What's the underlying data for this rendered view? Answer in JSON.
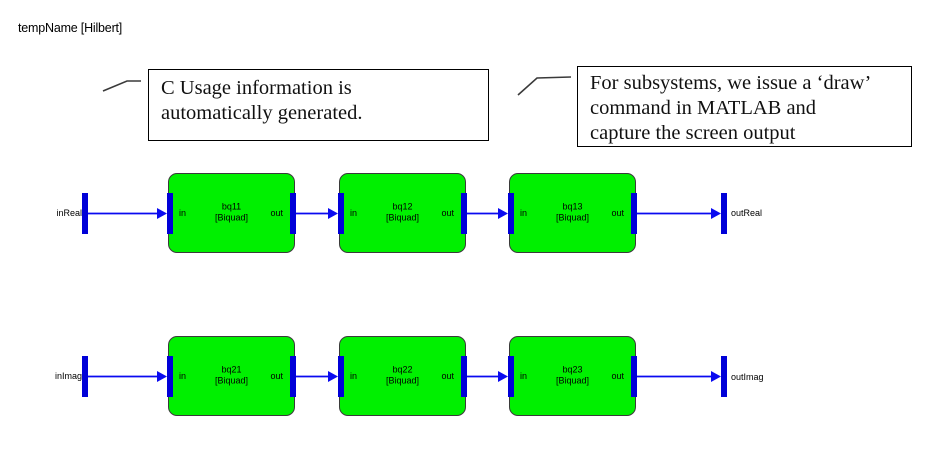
{
  "title": "tempName [Hilbert]",
  "annotations": {
    "note1": {
      "line1": "C Usage information is",
      "line2": "automatically generated."
    },
    "note2": {
      "line1": "For subsystems, we issue a ‘draw’",
      "line2": "command in MATLAB and",
      "line3": "capture the screen output"
    }
  },
  "colors": {
    "block_fill": "#00f000",
    "block_border": "#3a3a3a",
    "port_bar": "#0000d8",
    "wire": "#0a0af0",
    "annotation_border": "#000000"
  },
  "diagram": {
    "rows": [
      {
        "input": "inReal",
        "output": "outReal",
        "blocks": [
          {
            "name": "bq11",
            "type": "[Biquad]",
            "in": "in",
            "out": "out"
          },
          {
            "name": "bq12",
            "type": "[Biquad]",
            "in": "in",
            "out": "out"
          },
          {
            "name": "bq13",
            "type": "[Biquad]",
            "in": "in",
            "out": "out"
          }
        ]
      },
      {
        "input": "inImag",
        "output": "outImag",
        "blocks": [
          {
            "name": "bq21",
            "type": "[Biquad]",
            "in": "in",
            "out": "out"
          },
          {
            "name": "bq22",
            "type": "[Biquad]",
            "in": "in",
            "out": "out"
          },
          {
            "name": "bq23",
            "type": "[Biquad]",
            "in": "in",
            "out": "out"
          }
        ]
      }
    ]
  }
}
